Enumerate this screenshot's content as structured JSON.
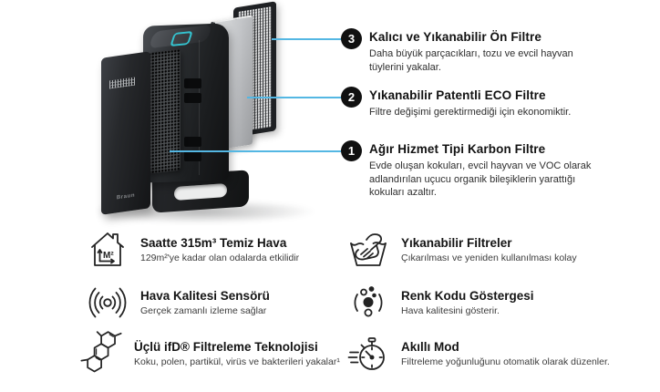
{
  "product": {
    "brand_label": "Braun"
  },
  "callouts": [
    {
      "number": "3",
      "title": "Kalıcı ve Yıkanabilir Ön Filtre",
      "desc": "Daha büyük parçacıkları, tozu ve evcil hayvan tüylerini yakalar."
    },
    {
      "number": "2",
      "title": "Yıkanabilir Patentli ECO Filtre",
      "desc": "Filtre değişimi gerektirmediği için ekonomiktir."
    },
    {
      "number": "1",
      "title": "Ağır Hizmet Tipi Karbon Filtre",
      "desc": "Evde oluşan kokuları, evcil hayvan ve VOC olarak adlandırılan uçucu organik bileşiklerin yarattığı kokuları azaltır."
    }
  ],
  "features": [
    {
      "icon": "house-area-icon",
      "title": "Saatte 315m³ Temiz Hava",
      "desc": "129m²'ye kadar olan odalarda etkilidir"
    },
    {
      "icon": "hand-wash-icon",
      "title": "Yıkanabilir Filtreler",
      "desc": "Çıkarılması ve yeniden kullanılması kolay"
    },
    {
      "icon": "sensor-waves-icon",
      "title": "Hava Kalitesi Sensörü",
      "desc": "Gerçek zamanlı izleme sağlar"
    },
    {
      "icon": "color-dots-icon",
      "title": "Renk Kodu Göstergesi",
      "desc": "Hava kalitesini gösterir."
    },
    {
      "icon": "molecule-icon",
      "title": "Üçlü ifD® Filtreleme Teknolojisi",
      "desc": "Koku, polen, partikül, virüs ve bakterileri yakalar¹"
    },
    {
      "icon": "stopwatch-icon",
      "title": "Akıllı Mod",
      "desc": "Filtreleme yoğunluğunu otomatik olarak düzenler."
    }
  ],
  "colors": {
    "accent_line": "#54b7e3",
    "badge_bg": "#101010",
    "display_ring": "#34c3cf"
  }
}
